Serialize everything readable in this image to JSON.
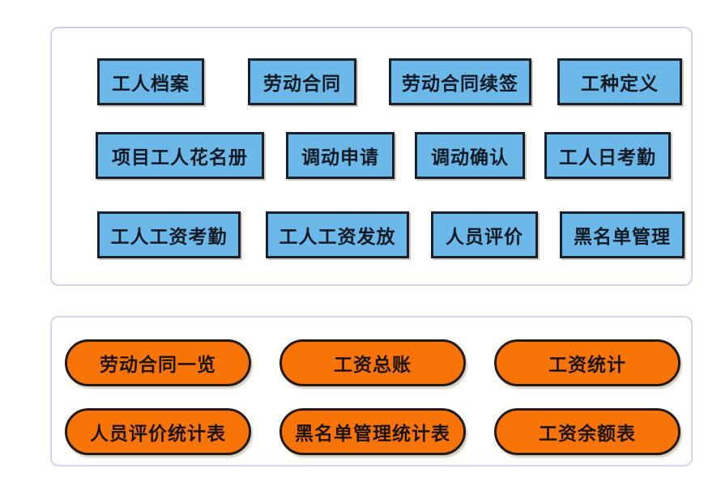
{
  "panels": {
    "modules": {
      "name": "module-buttons-panel",
      "rows": [
        {
          "buttons": [
            {
              "label": "工人档案"
            },
            {
              "label": "劳动合同"
            },
            {
              "label": "劳动合同续签"
            },
            {
              "label": "工种定义"
            }
          ]
        },
        {
          "buttons": [
            {
              "label": "项目工人花名册"
            },
            {
              "label": "调动申请"
            },
            {
              "label": "调动确认"
            },
            {
              "label": "工人日考勤"
            }
          ]
        },
        {
          "buttons": [
            {
              "label": "工人工资考勤"
            },
            {
              "label": "工人工资发放"
            },
            {
              "label": "人员评价"
            },
            {
              "label": "黑名单管理"
            }
          ]
        }
      ]
    },
    "reports": {
      "name": "report-buttons-panel",
      "rows": [
        {
          "buttons": [
            {
              "label": "劳动合同一览"
            },
            {
              "label": "工资总账"
            },
            {
              "label": "工资统计"
            }
          ]
        },
        {
          "buttons": [
            {
              "label": "人员评价统计表"
            },
            {
              "label": "黑名单管理统计表"
            },
            {
              "label": "工资余额表"
            }
          ]
        }
      ]
    }
  },
  "colors": {
    "module_fill": "#6cb8e8",
    "module_border": "#18202e",
    "module_text": "#121a26",
    "report_fill": "#f87406",
    "report_border": "#231a12",
    "report_text": "#1d1408",
    "panel_border": "#d6d2ec",
    "panel_fill": "#fffffd",
    "page_background": "#ffffff"
  }
}
